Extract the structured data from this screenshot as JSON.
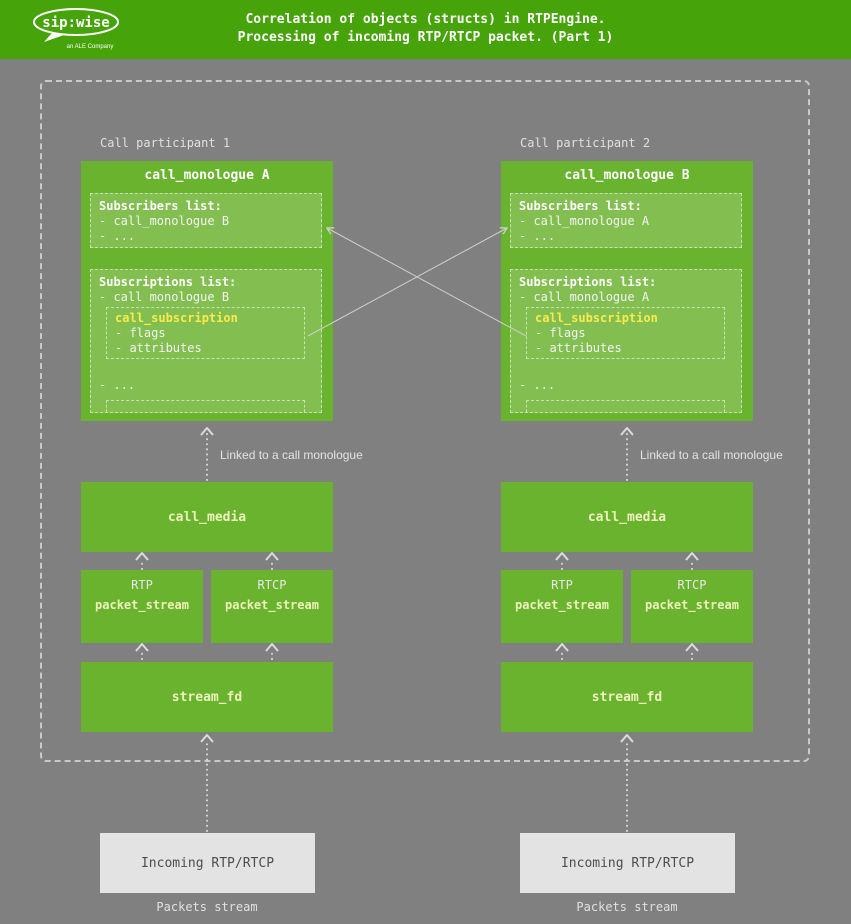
{
  "header": {
    "title_line1": "Correlation of objects (structs) in RTPEngine.",
    "title_line2": "Processing of incoming RTP/RTCP packet. (Part 1)",
    "logo_text": "sip:wise",
    "logo_subtext": "an ALE Company"
  },
  "colors": {
    "header_green": "#47a30a",
    "box_green": "#6ab32f",
    "inner_box_green": "#86c257",
    "subscription_title_yellow": "#fce94f",
    "page_background": "#808080",
    "incoming_box_gray": "#e3e3e3",
    "arrow_color": "#d9d9d9"
  },
  "participants": [
    {
      "label": "Call participant 1",
      "monologue_title": "call_monologue A",
      "subscribers_title": "Subscribers list:",
      "subscribers_items": [
        "- call_monologue B",
        "- ..."
      ],
      "subscriptions_title": "Subscriptions list:",
      "subscriptions_item": "- call monologue B",
      "subscription_title": "call_subscription",
      "subscription_items": [
        "- flags",
        "- attributes"
      ],
      "subscriptions_more": "- ...",
      "linked_label": "Linked to a call monologue",
      "call_media_label": "call_media",
      "streams": [
        {
          "protocol": "RTP",
          "label": "packet_stream"
        },
        {
          "protocol": "RTCP",
          "label": "packet_stream"
        }
      ],
      "stream_fd_label": "stream_fd",
      "incoming_label": "Incoming RTP/RTCP",
      "packets_label": "Packets stream"
    },
    {
      "label": "Call participant 2",
      "monologue_title": "call_monologue B",
      "subscribers_title": "Subscribers list:",
      "subscribers_items": [
        "- call_monologue A",
        "- ..."
      ],
      "subscriptions_title": "Subscriptions list:",
      "subscriptions_item": "- call monologue A",
      "subscription_title": "call_subscription",
      "subscription_items": [
        "- flags",
        "- attributes"
      ],
      "subscriptions_more": "- ...",
      "linked_label": "Linked to a call monologue",
      "call_media_label": "call_media",
      "streams": [
        {
          "protocol": "RTP",
          "label": "packet_stream"
        },
        {
          "protocol": "RTCP",
          "label": "packet_stream"
        }
      ],
      "stream_fd_label": "stream_fd",
      "incoming_label": "Incoming RTP/RTCP",
      "packets_label": "Packets stream"
    }
  ]
}
